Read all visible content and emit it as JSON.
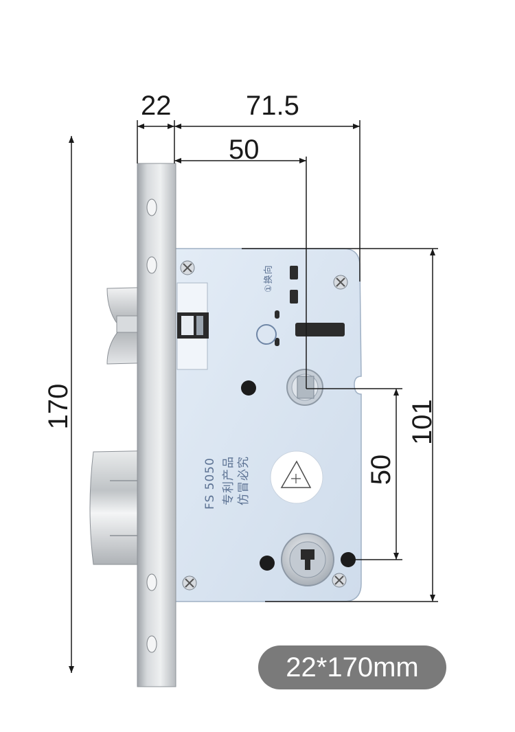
{
  "dimensions": {
    "faceplate_thickness": "22",
    "case_depth": "71.5",
    "backset": "50",
    "total_height": "170",
    "case_height": "101",
    "center_distance": "50"
  },
  "engraving": {
    "model": "FS 5050",
    "patent_line1": "专利产品",
    "patent_line2": "仿冒必究",
    "switch_mark": "①换向"
  },
  "badge": {
    "size_text": "22*170mm"
  },
  "colors": {
    "plate_steel": "#c9cdd2",
    "case_blue": "#dbe6f2",
    "latch_steel": "#b9bcc0",
    "badge_bg": "#7a7a7a",
    "dimension_line": "#1a1a1a"
  }
}
